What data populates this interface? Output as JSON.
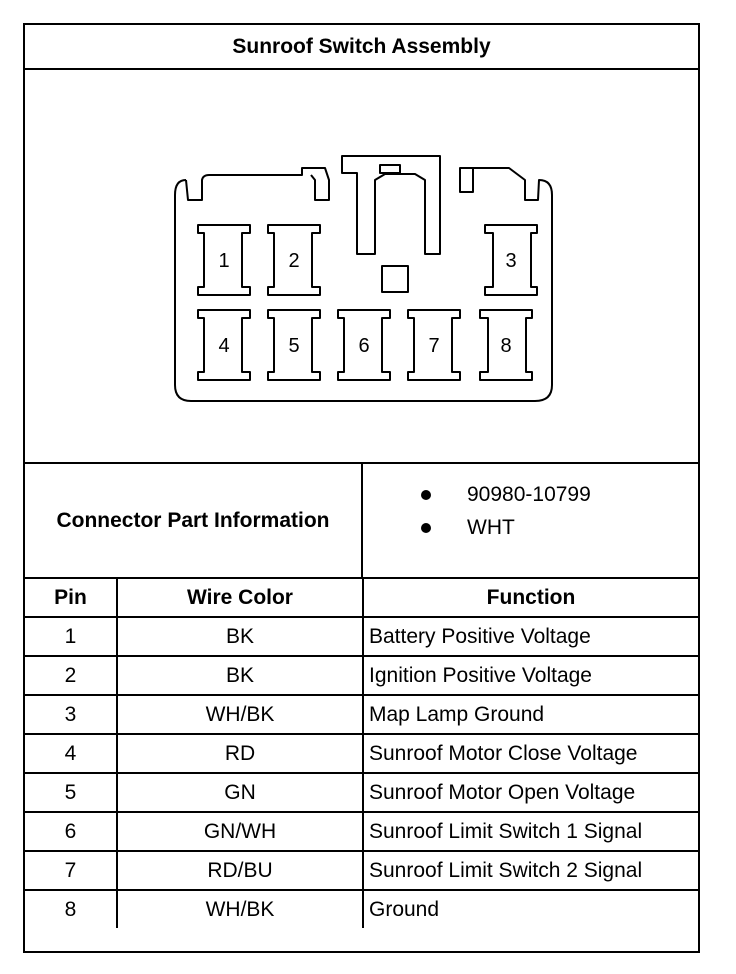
{
  "title": "Sunroof Switch Assembly",
  "connector": {
    "pins": [
      "1",
      "2",
      "3",
      "4",
      "5",
      "6",
      "7",
      "8"
    ]
  },
  "part_info": {
    "label": "Connector Part Information",
    "items": [
      "90980-10799",
      "WHT"
    ]
  },
  "table": {
    "headers": [
      "Pin",
      "Wire Color",
      "Function"
    ],
    "rows": [
      [
        "1",
        "BK",
        "Battery Positive Voltage"
      ],
      [
        "2",
        "BK",
        "Ignition Positive Voltage"
      ],
      [
        "3",
        "WH/BK",
        "Map Lamp Ground"
      ],
      [
        "4",
        "RD",
        "Sunroof Motor Close Voltage"
      ],
      [
        "5",
        "GN",
        "Sunroof Motor Open Voltage"
      ],
      [
        "6",
        "GN/WH",
        "Sunroof Limit Switch 1 Signal"
      ],
      [
        "7",
        "RD/BU",
        "Sunroof Limit Switch 2 Signal"
      ],
      [
        "8",
        "WH/BK",
        "Ground"
      ]
    ]
  }
}
